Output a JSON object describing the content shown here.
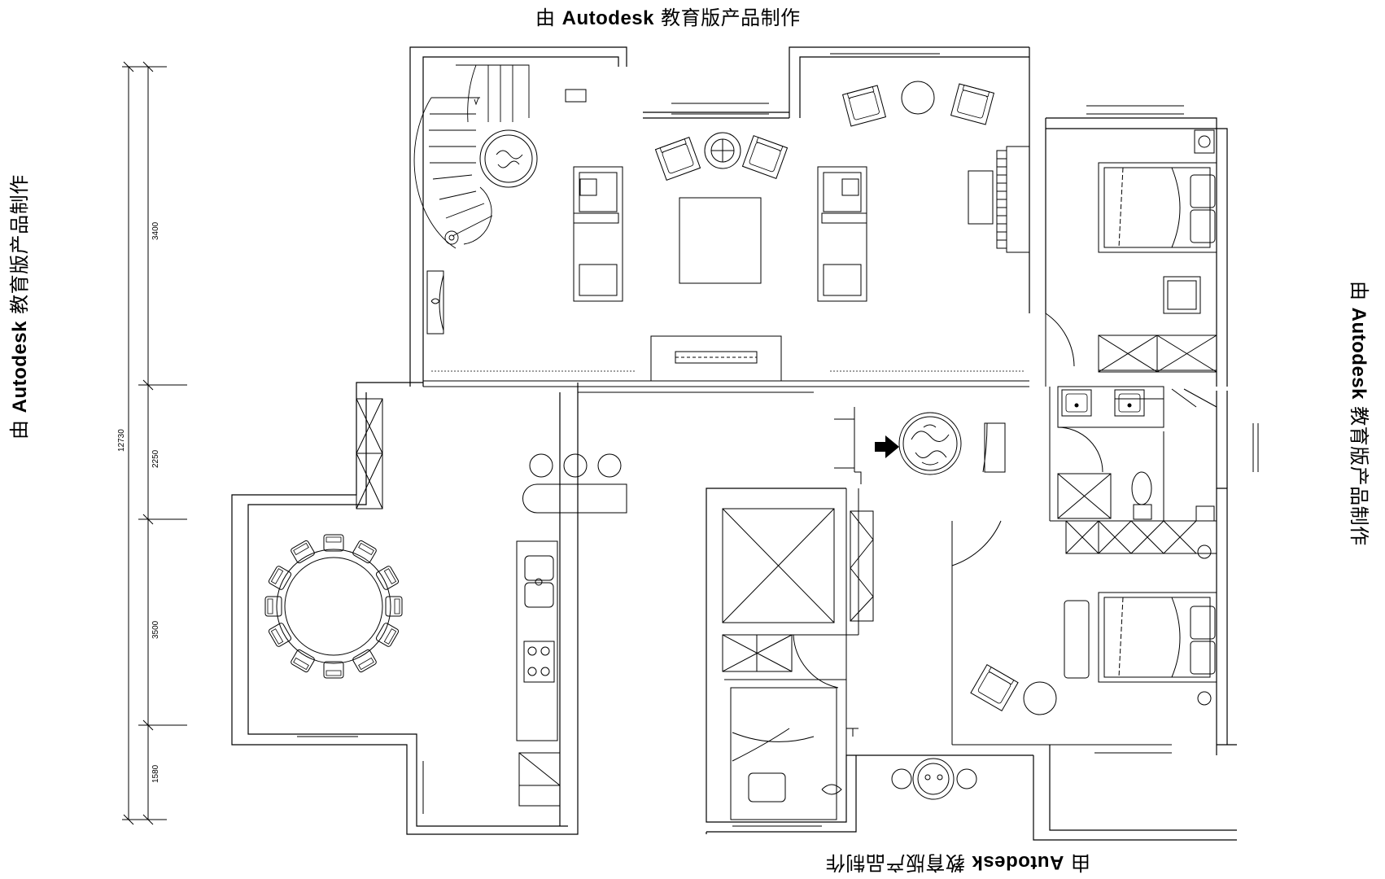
{
  "watermark": {
    "prefix": "由 ",
    "brand": "Autodesk",
    "suffix": " 教育版产品制作"
  },
  "dimensions": {
    "total": "12730",
    "segments": [
      "3400",
      "2250",
      "3500",
      "1580"
    ]
  },
  "colors": {
    "line": "#000000",
    "background": "#ffffff"
  }
}
